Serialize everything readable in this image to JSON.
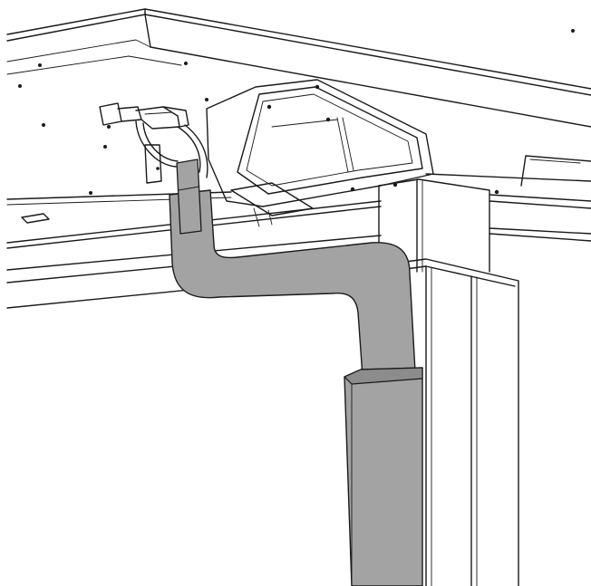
{
  "figure": {
    "colors": {
      "background": "#ffffff",
      "line": "#1a1a1a",
      "cable_channel": "#a3a3a3",
      "cable_channel_shade": "#8c8c8c"
    },
    "icons": {
      "desk_top": "desk-tabletop",
      "leg": "telescopic-leg-column",
      "bracket": "leg-mounting-bracket",
      "clip": "cable-clip",
      "cable": "cable-channel-sleeve"
    }
  }
}
